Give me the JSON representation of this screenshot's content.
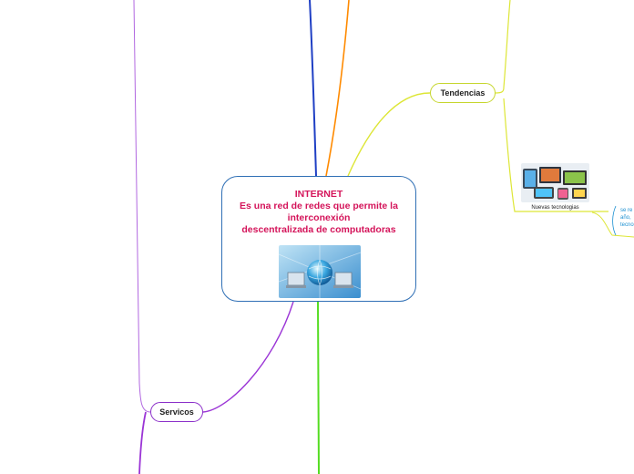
{
  "central": {
    "title": "INTERNET\nEs una red de redes que permite la interconexión\n descentralizada de computadoras",
    "image": "globe-network-devices"
  },
  "nodes": {
    "tendencias": "Tendencias",
    "servicos": "Servicos"
  },
  "subtopic": {
    "caption": "Nuevas tecnologias",
    "image": "devices-collage"
  },
  "side_text": "se re\naño,\ntecno",
  "colors": {
    "central_border": "#2f6fb5",
    "title": "#d4145a",
    "tendencias_branch": "#dde636",
    "servicos_branch": "#9b35d6",
    "blue_branch": "#1f3fc4",
    "orange_branch": "#ff8a00",
    "green_branch": "#55dd22",
    "side_text": "#1a8fd1"
  }
}
